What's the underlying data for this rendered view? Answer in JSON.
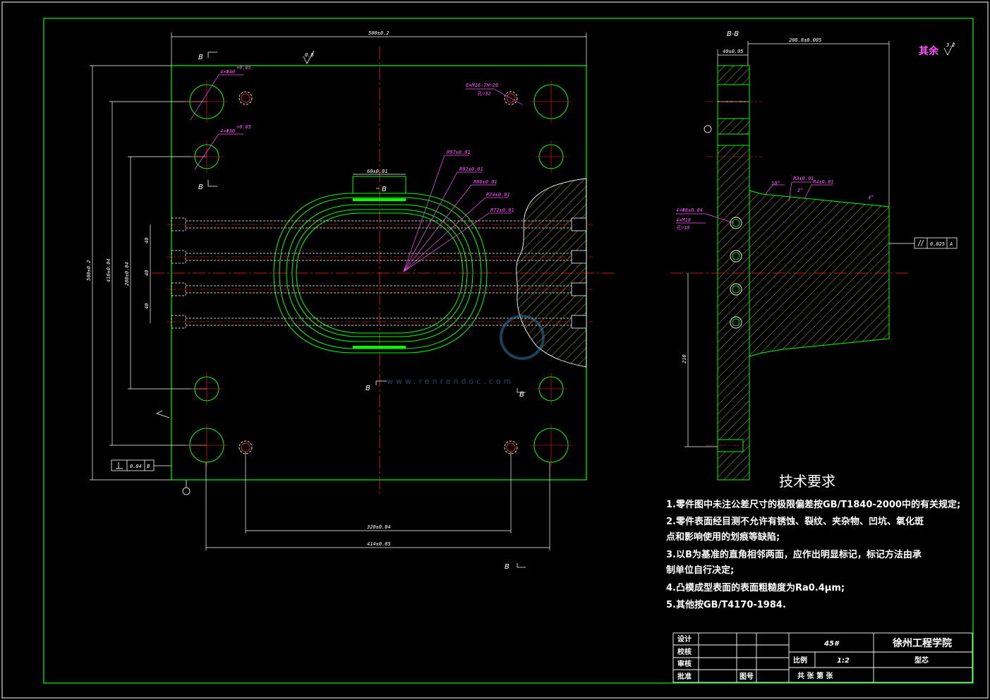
{
  "main_view": {
    "dim_width_top": "500±0.2",
    "dim_height_left": "500±0.2",
    "dim_height_2": "416±0.04",
    "dim_height_3": "280±0.04",
    "dim_bottom_1": "320±0.04",
    "dim_bottom_2": "414±0.05",
    "dim_slot": "60±0.01",
    "dim_40_a": "40",
    "dim_40_b": "40",
    "dim_40_c": "40",
    "hole_note_1": "4×Φ40",
    "hole_note_1_tol": "+0.05",
    "hole_note_2": "4×Φ30",
    "hole_note_2_tol": "+0.05",
    "thread_note_1": "6×M16-7H▽26",
    "thread_note_2": "孔▽32",
    "radius_1": "R97±0.01",
    "radius_2": "R92±0.01",
    "radius_3": "R80±0.01",
    "radius_4": "R74±0.01",
    "radius_5": "R72±0.01",
    "flatness_value": "0.04",
    "flatness_datum": "B",
    "roughness_mark": "0.8",
    "section_label_b": "B"
  },
  "section_view": {
    "title": "B-B",
    "dim_top_1": "40±0.05",
    "dim_top_2": "208.8±0.005",
    "dim_side": "210",
    "angle_1": "10°",
    "angle_2": "2°",
    "angle_3": "4°",
    "radius_a": "R3±0.01",
    "radius_b": "R4±0.01",
    "hole_note_a": "4×Φ8±0.04",
    "hole_note_b": "4×M16",
    "hole_note_c": "孔▽18",
    "parallel_value": "0.025",
    "parallel_datum": "A",
    "rest_label": "其余",
    "rest_roughness": "3.2"
  },
  "requirements": {
    "title": "技术要求",
    "lines": [
      "1.零件图中未注公差尺寸的极限偏差按GB/T1840-2000中的有关规定;",
      "2.零件表面经目测不允许有锈蚀、裂纹、夹杂物、凹坑、氧化斑",
      "点和影响使用的划痕等缺陷;",
      "3.以B为基准的直角相邻两面，应作出明显标记，标记方法由承",
      "制单位自行决定;",
      "4.凸模成型表面的表面粗糙度为Ra0.4μm;",
      "5.其他按GB/T4170-1984."
    ]
  },
  "title_block": {
    "designer": "设计",
    "checker": "校核",
    "reviewer": "审核",
    "approver": "批准",
    "drawing_no": "图号",
    "material": "45#",
    "school": "徐州工程学院",
    "scale_label": "比例",
    "scale_value": "1:2",
    "part_name": "型芯",
    "sheets": "共  张  第  张"
  },
  "watermark": "www.renrendoc.com",
  "colors": {
    "frame": "#00ff00",
    "dimension": "#ffffff",
    "centerline": "#ff2020",
    "leader": "#ff55ff",
    "hatch": "#e8e800",
    "hidden": "#ffffff"
  }
}
